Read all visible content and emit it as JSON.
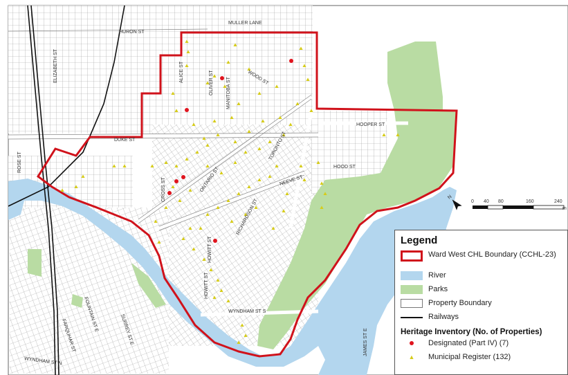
{
  "streets": [
    {
      "id": "muller-lane",
      "label": "MULLER LANE"
    },
    {
      "id": "huron-st",
      "label": "HURON ST"
    },
    {
      "id": "elizabeth-st",
      "label": "ELIZABETH ST"
    },
    {
      "id": "alice-st",
      "label": "ALICE ST"
    },
    {
      "id": "oliver-st",
      "label": "OLIVER ST"
    },
    {
      "id": "manitoba-st",
      "label": "MANITOBA ST"
    },
    {
      "id": "wood-st",
      "label": "WOOD ST"
    },
    {
      "id": "duke-st",
      "label": "DUKE ST"
    },
    {
      "id": "hooper-st",
      "label": "HOOPER ST"
    },
    {
      "id": "rose-st",
      "label": "ROSE ST"
    },
    {
      "id": "toronto-st",
      "label": "TORONTO ST"
    },
    {
      "id": "ontario-st",
      "label": "ONTARIO ST"
    },
    {
      "id": "hood-st",
      "label": "HOOD ST"
    },
    {
      "id": "neeve-st",
      "label": "NEEVE ST"
    },
    {
      "id": "cross-st",
      "label": "CROSS ST"
    },
    {
      "id": "richardson-st",
      "label": "RICHARDSON ST"
    },
    {
      "id": "howitt-st",
      "label": "HOWITT ST"
    },
    {
      "id": "howitt-st-2",
      "label": "HOWITT ST"
    },
    {
      "id": "fountain-st-e",
      "label": "FOUNTAIN ST E"
    },
    {
      "id": "surrey-st-e",
      "label": "SURREY ST E"
    },
    {
      "id": "farquhar-st",
      "label": "FARQUHAR ST"
    },
    {
      "id": "wyndham-st-s",
      "label": "WYNDHAM ST S"
    },
    {
      "id": "wyndham-st-n",
      "label": "WYNDHAM ST N"
    },
    {
      "id": "james-st-e",
      "label": "JAMES ST E"
    }
  ],
  "scale_bar": {
    "labels": [
      "0",
      "40",
      "80",
      "160",
      "240"
    ],
    "unit": "m"
  },
  "legend": {
    "title": "Legend",
    "items": [
      {
        "id": "boundary",
        "label": "Ward West CHL Boundary (CCHL-23)"
      },
      {
        "id": "river",
        "label": "River"
      },
      {
        "id": "parks",
        "label": "Parks"
      },
      {
        "id": "property",
        "label": "Property Boundary"
      },
      {
        "id": "railways",
        "label": "Railways"
      }
    ],
    "heritage_heading": "Heritage Inventory (No. of Properties)",
    "heritage_items": [
      {
        "id": "designated",
        "label": "Designated (Part IV) (7)"
      },
      {
        "id": "municipal",
        "label": "Municipal Register (132)"
      }
    ]
  },
  "colors": {
    "boundary": "#d0121b",
    "river": "#b3d6ee",
    "parks": "#b9dca3",
    "designated": "#e0141e",
    "municipal": "#d6cc1a"
  },
  "icons": {
    "north_arrow": "north-arrow-icon"
  }
}
